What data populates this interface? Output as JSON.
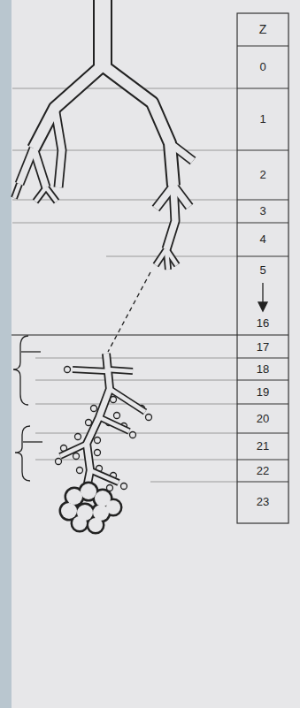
{
  "diagram": {
    "labels": [
      "Z",
      "0",
      "1",
      "2",
      "3",
      "4",
      "5",
      "16",
      "17",
      "18",
      "19",
      "20",
      "21",
      "22",
      "23"
    ]
  }
}
